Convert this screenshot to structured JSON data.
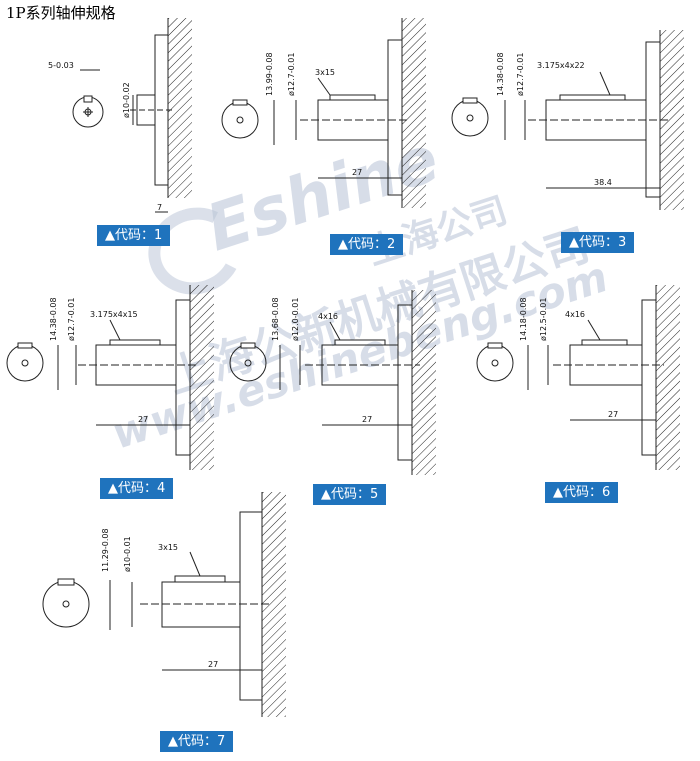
{
  "title": "1P系列轴伸规格",
  "watermark": {
    "brand": "Eshine",
    "company": "上海公司",
    "cn_name": "上海公新机械有限公司",
    "url": "www.eshinebeng.com"
  },
  "code_prefix": "▲代码：",
  "views": [
    {
      "code": "1",
      "key": "5-0.03",
      "shaft_d": "ø10-0.02",
      "height": "",
      "keyway": "",
      "length": "7"
    },
    {
      "code": "2",
      "key": "3x15",
      "shaft_d": "ø12.7-0.01",
      "height": "13.99-0.08",
      "length": "27"
    },
    {
      "code": "3",
      "key": "3.175x4x22",
      "shaft_d": "ø12.7-0.01",
      "height": "14.38-0.08",
      "length": "38.4"
    },
    {
      "code": "4",
      "key": "3.175x4x15",
      "shaft_d": "ø12.7-0.01",
      "height": "14.38-0.08",
      "length": "27"
    },
    {
      "code": "5",
      "key": "4x16",
      "shaft_d": "ø12.0-0.01",
      "height": "13.68-0.08",
      "length": "27"
    },
    {
      "code": "6",
      "key": "4x16",
      "shaft_d": "ø12.5-0.01",
      "height": "14.18-0.08",
      "length": "27"
    },
    {
      "code": "7",
      "key": "3x15",
      "shaft_d": "ø10-0.01",
      "height": "11.29-0.08",
      "length": "27"
    }
  ]
}
